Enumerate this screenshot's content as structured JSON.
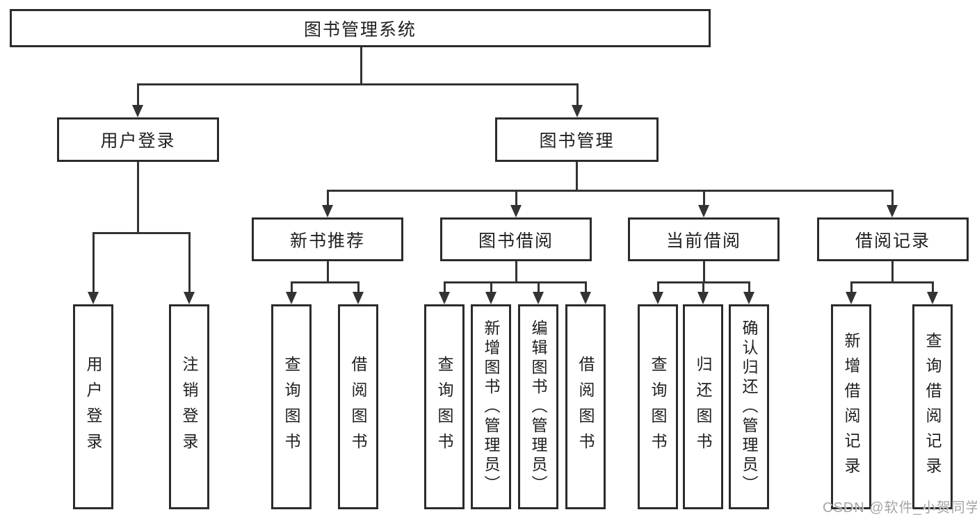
{
  "tree": {
    "label": "图书管理系统",
    "children": [
      {
        "label": "用户登录",
        "children": [
          {
            "label": "用户登录"
          },
          {
            "label": "注销登录"
          }
        ]
      },
      {
        "label": "图书管理",
        "children": [
          {
            "label": "新书推荐",
            "children": [
              {
                "label": "查询图书"
              },
              {
                "label": "借阅图书"
              }
            ]
          },
          {
            "label": "图书借阅",
            "children": [
              {
                "label": "查询图书"
              },
              {
                "label": "新增图书（管理员）"
              },
              {
                "label": "编辑图书（管理员）"
              },
              {
                "label": "借阅图书"
              }
            ]
          },
          {
            "label": "当前借阅",
            "children": [
              {
                "label": "查询图书"
              },
              {
                "label": "归还图书"
              },
              {
                "label": "确认归还（管理员）"
              }
            ]
          },
          {
            "label": "借阅记录",
            "children": [
              {
                "label": "新增借阅记录"
              },
              {
                "label": "查询借阅记录"
              }
            ]
          }
        ]
      }
    ]
  },
  "watermark": {
    "text": "CSDN @软件_小贺同学"
  },
  "colors": {
    "line": "#333333",
    "box_border": "#2b2b2b",
    "box_fill": "#ffffff",
    "text": "#1f1f1f",
    "watermark": "#a5a5a5",
    "background": "#ffffff"
  }
}
